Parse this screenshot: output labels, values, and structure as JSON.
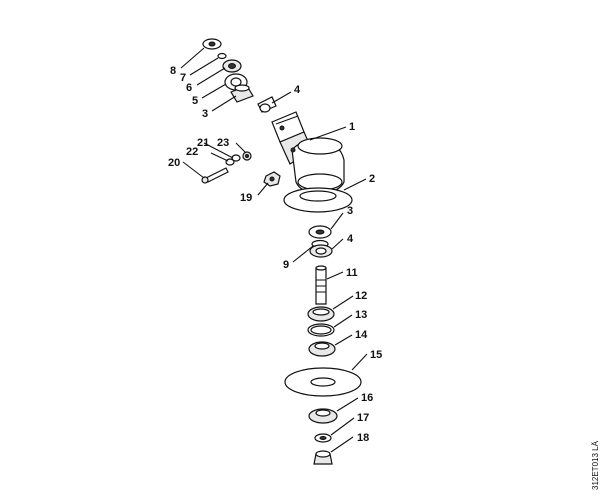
{
  "drawing_code": "312ET013 LÄ",
  "callouts": {
    "c1": "1",
    "c2": "2",
    "c3a": "3",
    "c3b": "3",
    "c4a": "4",
    "c4b": "4",
    "c5": "5",
    "c6": "6",
    "c7": "7",
    "c8": "8",
    "c9": "9",
    "c11": "11",
    "c12": "12",
    "c13": "13",
    "c14": "14",
    "c15": "15",
    "c16": "16",
    "c17": "17",
    "c18": "18",
    "c19": "19",
    "c20": "20",
    "c21": "21",
    "c22": "22",
    "c23": "23"
  }
}
